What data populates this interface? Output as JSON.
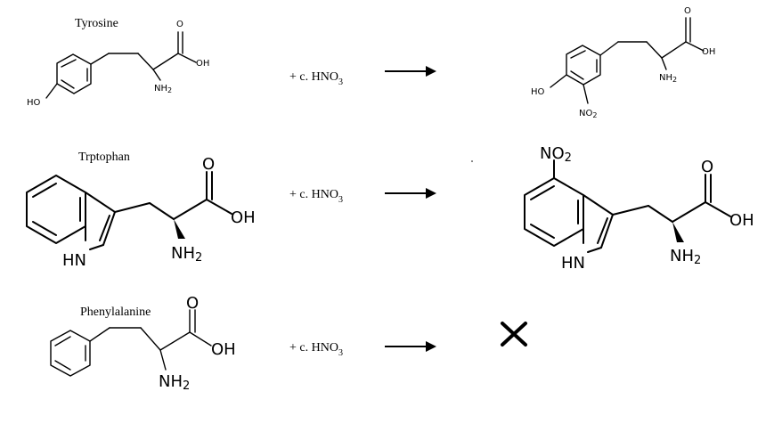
{
  "rows": [
    {
      "name": "Tyrosine",
      "reagent": {
        "prefix": "+ c. HNO",
        "sub": "3"
      },
      "reactant_groups": {
        "hydroxyl": "HO",
        "amine": "NH",
        "amine_sub": "2",
        "acid_o": "O",
        "acid_oh": "OH"
      },
      "product_groups": {
        "hydroxyl": "HO",
        "amine": "NH",
        "amine_sub": "2",
        "acid_o": "O",
        "acid_oh": "OH",
        "nitro": "NO",
        "nitro_sub": "2"
      }
    },
    {
      "name": "Trptophan",
      "reagent": {
        "prefix": "+ c. HNO",
        "sub": "3"
      },
      "reactant_groups": {
        "indole_nh": "HN",
        "amine": "NH",
        "amine_sub": "2",
        "acid_o": "O",
        "acid_oh": "OH"
      },
      "product_groups": {
        "indole_nh": "HN",
        "amine": "NH",
        "amine_sub": "2",
        "acid_o": "O",
        "acid_oh": "OH",
        "nitro": "NO",
        "nitro_sub": "2"
      }
    },
    {
      "name": "Phenylalanine",
      "reagent": {
        "prefix": "+ c. HNO",
        "sub": "3"
      },
      "reactant_groups": {
        "amine": "NH",
        "amine_sub": "2",
        "acid_o": "O",
        "acid_oh": "OH"
      },
      "product": "no-reaction-cross"
    }
  ],
  "icons": {
    "arrow": "right-arrow-icon",
    "no_reaction": "cross-icon"
  }
}
